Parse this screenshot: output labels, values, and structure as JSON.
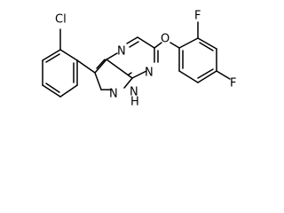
{
  "molecule": {
    "atoms": {
      "cl": "Cl",
      "o": "O",
      "f_top": "F",
      "f_bottom": "F",
      "n_pyrazine_top": "N",
      "n_pyrazine_bottom": "N",
      "n_pyrazole": "N",
      "nh_pyrazole": "N",
      "nh_h": "H"
    }
  }
}
